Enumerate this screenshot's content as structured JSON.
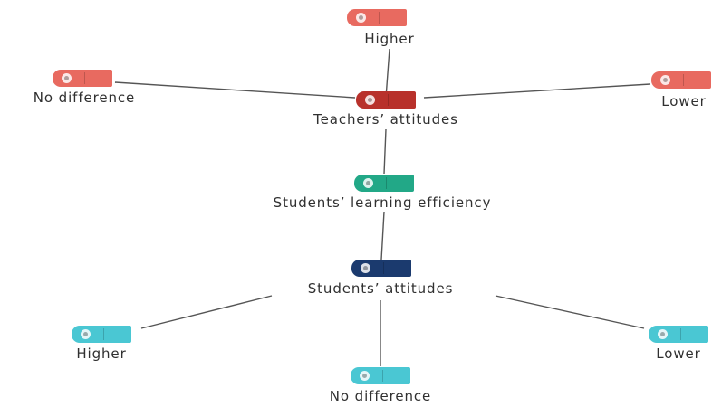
{
  "colors": {
    "teacher_root": "#b8312b",
    "teacher_child": "#e86a60",
    "efficiency": "#22a887",
    "student_root": "#1b3a6e",
    "student_child": "#4ac7d3",
    "edge": "#555555"
  },
  "nodes": {
    "teacher_higher": "Higher",
    "teacher_no_difference": "No difference",
    "teacher_lower": "Lower",
    "teachers_attitudes": "Teachers’ attitudes",
    "students_learning_efficiency": "Students’ learning efficiency",
    "students_attitudes": "Students’ attitudes",
    "student_higher": "Higher",
    "student_no_difference": "No difference",
    "student_lower": "Lower"
  }
}
